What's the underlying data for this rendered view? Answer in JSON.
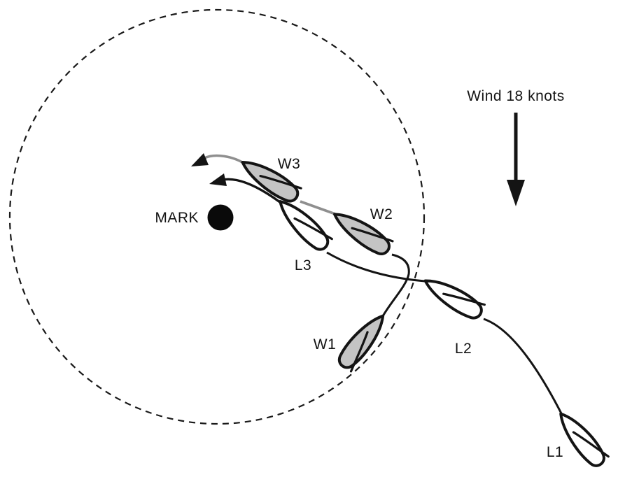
{
  "wind": {
    "label": "Wind 18 knots"
  },
  "mark": {
    "label": "MARK"
  },
  "boats": {
    "w1": {
      "label": "W1"
    },
    "w2": {
      "label": "W2"
    },
    "w3": {
      "label": "W3"
    },
    "l1": {
      "label": "L1"
    },
    "l2": {
      "label": "L2"
    },
    "l3": {
      "label": "L3"
    }
  },
  "colors": {
    "windward_fill": "#c4c4c4",
    "leeward_fill": "#ffffff",
    "outline": "#141414",
    "windward_track": "#8f8f8f",
    "leeward_track": "#141414",
    "arrowhead": "#141414",
    "mark_fill": "#0a0a0a",
    "zone_stroke": "#1a1a1a",
    "background": "#ffffff"
  }
}
